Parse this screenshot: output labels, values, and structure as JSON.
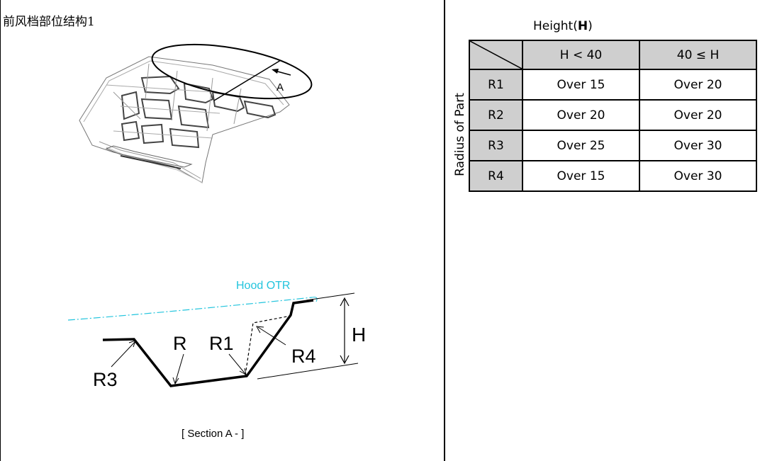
{
  "left_panel": {
    "title": "前风档部位结构1",
    "view_marker": "A",
    "section": {
      "outer_label": "Hood OTR",
      "radius_labels": [
        "R",
        "R1",
        "R3",
        "R4"
      ],
      "height_marker": "H"
    },
    "caption": "[ Section A - ]"
  },
  "right_panel": {
    "height_label": "Height",
    "height_symbol": "H",
    "row_axis_label": "Radius of Part",
    "columns": [
      "H < 40",
      "40 ≤ H"
    ],
    "rows": [
      {
        "part": "R1",
        "values": [
          "Over 15",
          "Over 20"
        ]
      },
      {
        "part": "R2",
        "values": [
          "Over 20",
          "Over 20"
        ]
      },
      {
        "part": "R3",
        "values": [
          "Over 25",
          "Over 30"
        ]
      },
      {
        "part": "R4",
        "values": [
          "Over 15",
          "Over 30"
        ]
      }
    ]
  },
  "colors": {
    "hood_outer_line": "#22c4dd",
    "table_header_bg": "#cfcfcf"
  }
}
